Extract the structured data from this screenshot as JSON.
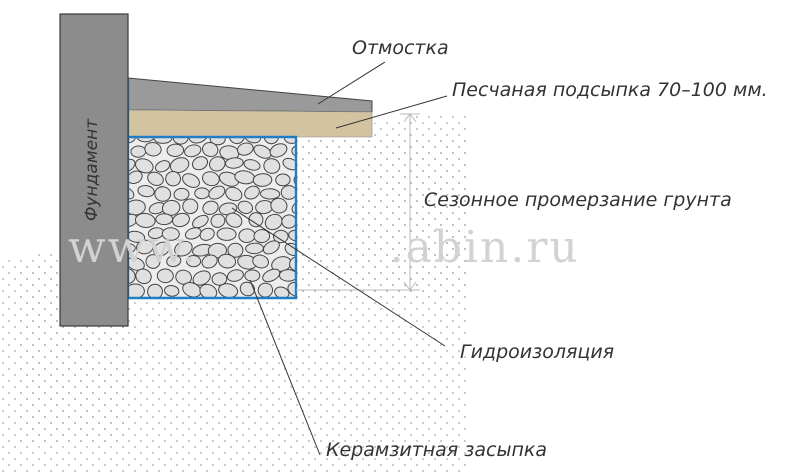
{
  "labels": {
    "foundation": "Фундамент",
    "otmostka": "Отмостка",
    "sand": "Песчаная подсыпка 70–100 мм.",
    "freezing": "Сезонное промерзание грунта",
    "waterproofing": "Гидроизоляция",
    "clay": "Керамзитная засыпка"
  },
  "watermark": "www.            .abin.ru",
  "colors": {
    "foundation_fill": "#8c8c8c",
    "otmostka_fill": "#9a9a9a",
    "sand_fill": "#d4c3a1",
    "waterproofing_stroke": "#1f7ec4",
    "soil_dots": "#a8a8a8",
    "leader_lines": "#333333",
    "dimension_line": "#b8b8b8"
  },
  "icons": {
    "clay_fill": "pebble-pattern",
    "soil_fill": "dot-pattern"
  }
}
